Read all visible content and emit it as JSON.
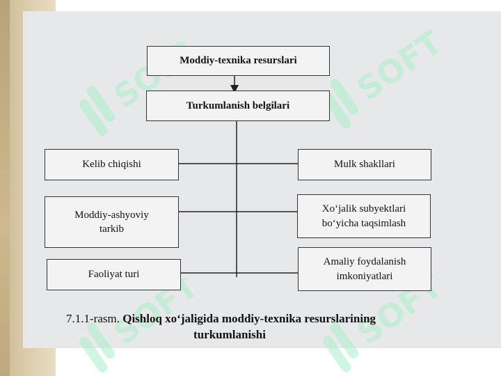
{
  "diagram": {
    "top_box": "Moddiy-texnika resurslari",
    "second_box": "Turkumlanish belgilari",
    "left_boxes": [
      "Kelib chiqishi",
      "Moddiy-ashyoviy tarkib",
      "Faoliyat turi"
    ],
    "right_boxes": [
      "Mulk shakllari",
      "Xo‘jalik subyektlari bo‘yicha taqsimlash",
      "Amaliy foydalanish imkoniyatlari"
    ]
  },
  "caption": {
    "number": "7.1.1-rasm.",
    "title_part1": "Qishloq xo‘jaligida moddiy-texnika resurslarining",
    "title_part2": "turkumlanishi"
  },
  "watermark": {
    "text": "SOFT",
    "color": "#a8f0c8"
  }
}
